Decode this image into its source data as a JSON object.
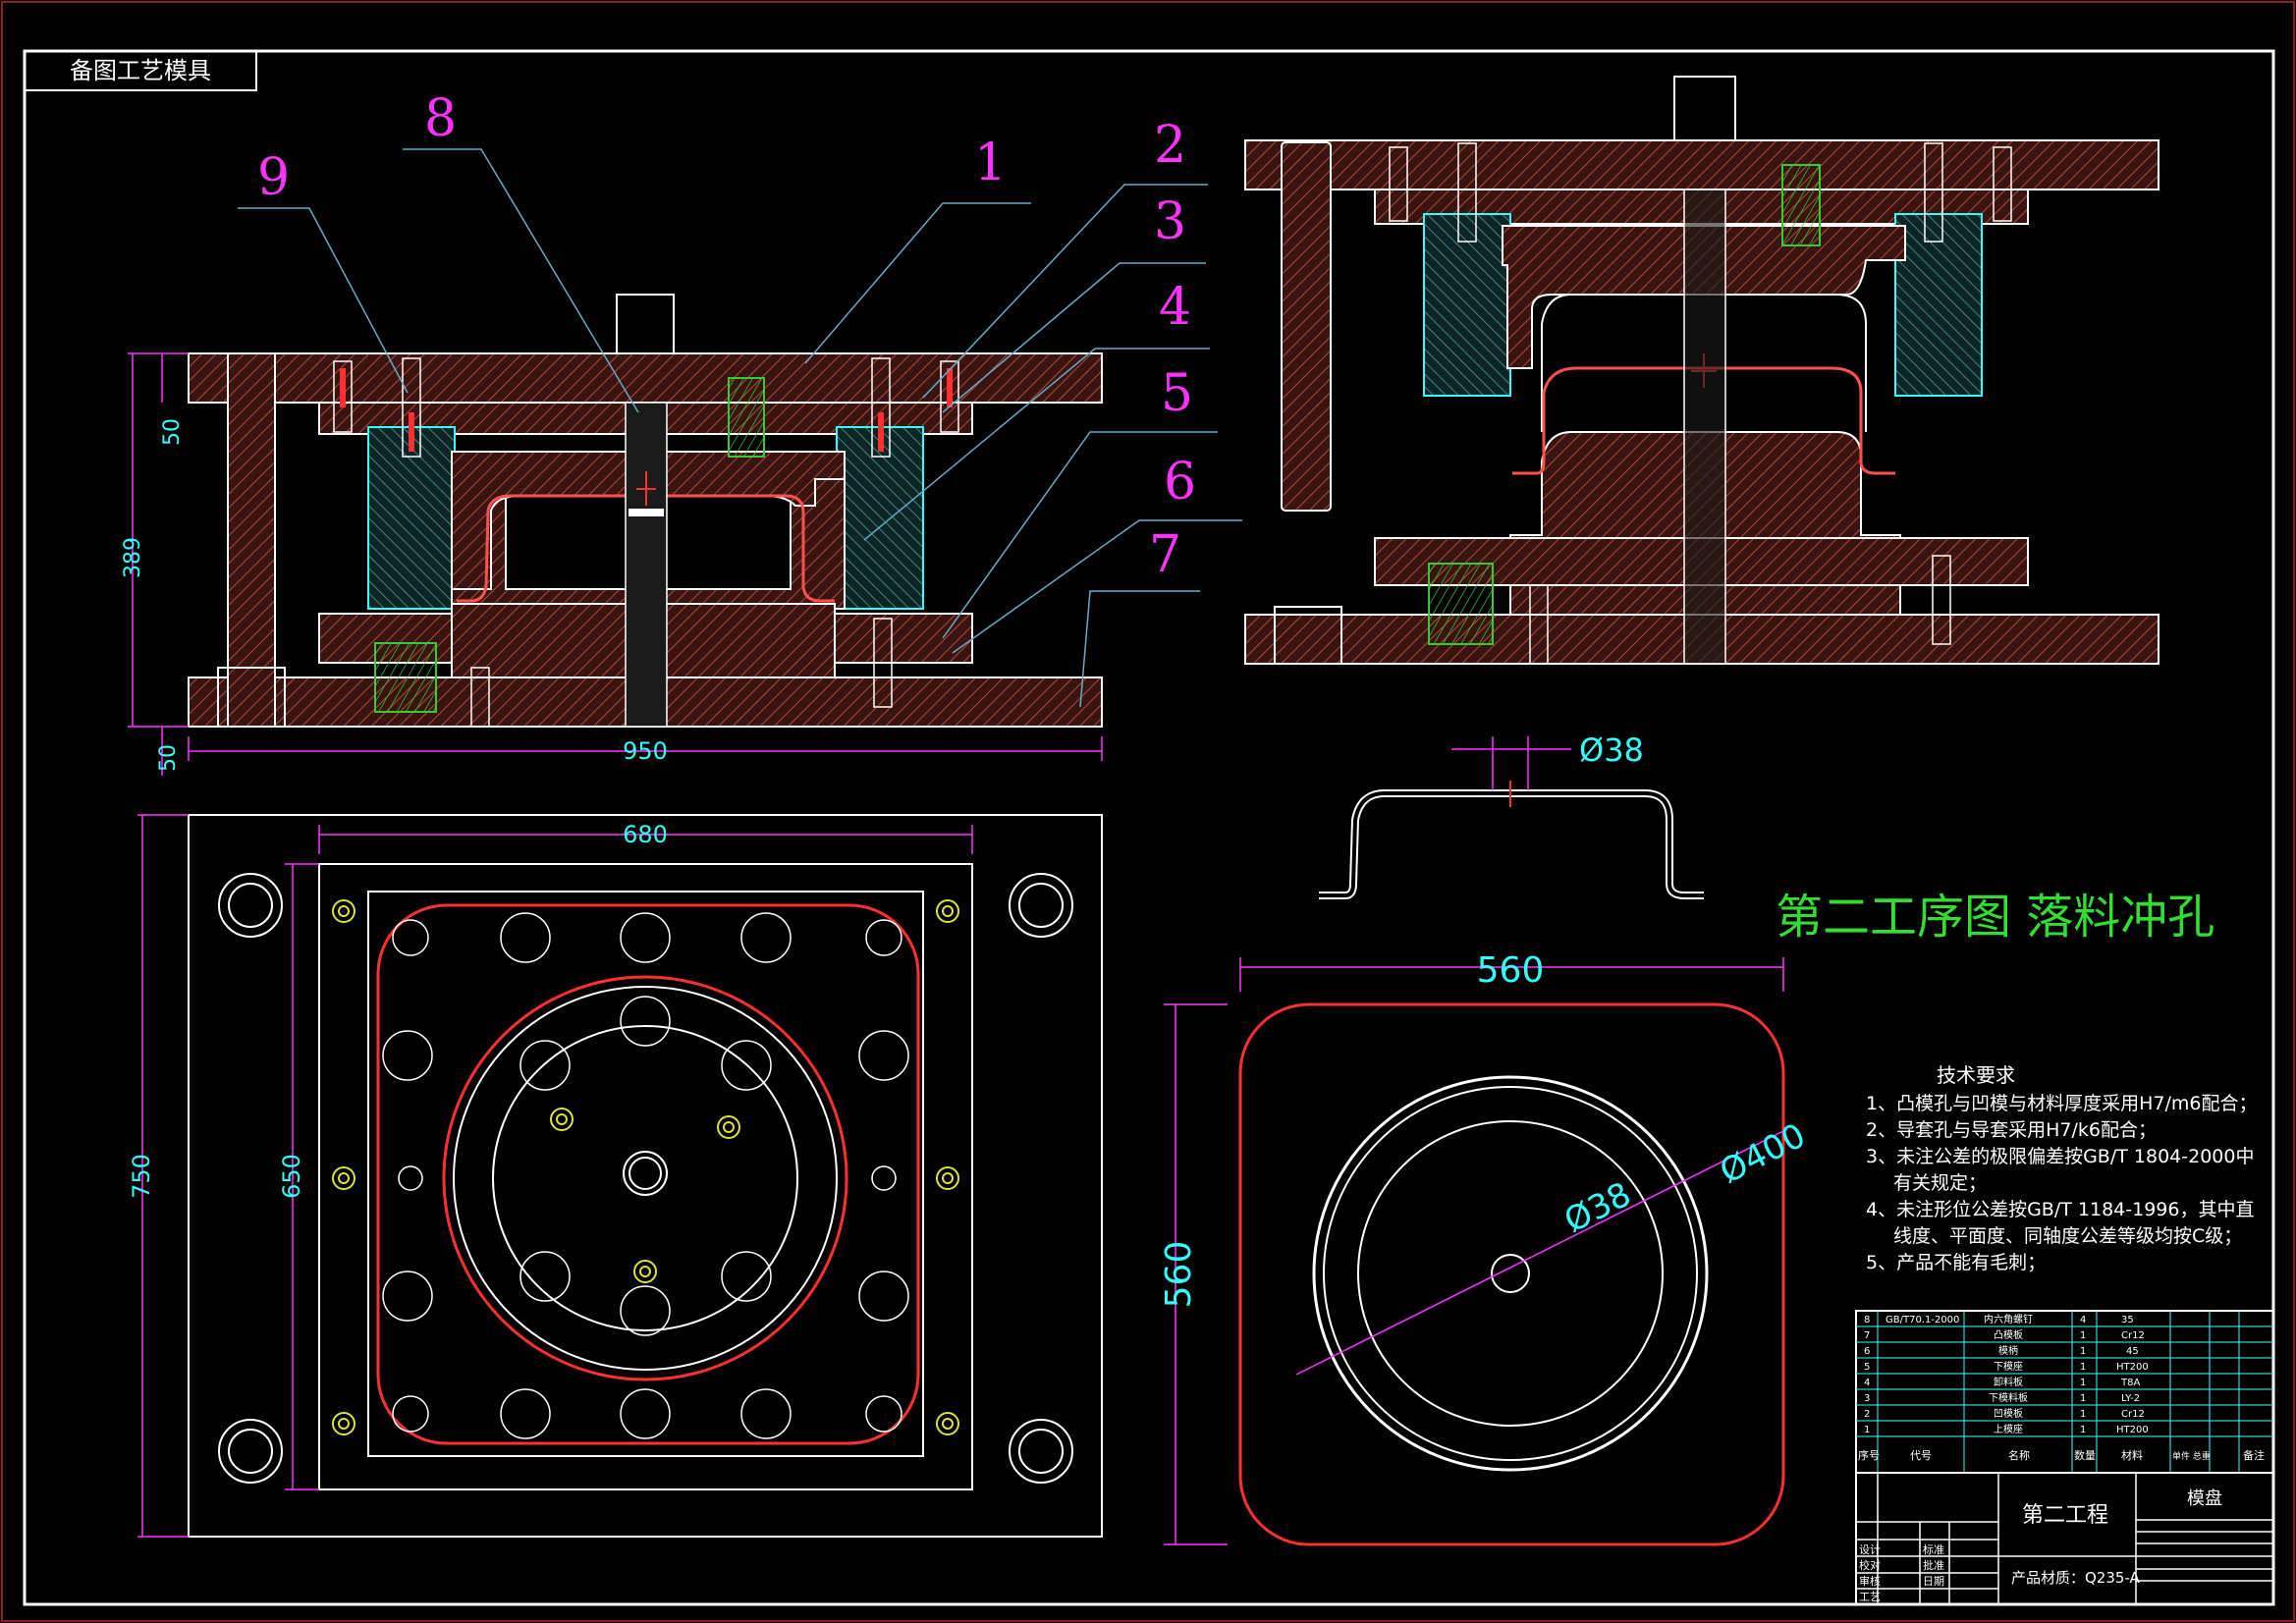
{
  "title_block_top": "备图工艺模具",
  "colors": {
    "background": "#000000",
    "outline": "#ffffff",
    "part_number": "#ff33ff",
    "dimension": "#33ffff",
    "section_hatch": "#b04a3a",
    "die_block": "#3a8a8a",
    "workpiece": "#ff3030",
    "title": "#33dd33",
    "leader": "#66aacc"
  },
  "part_numbers": [
    "1",
    "2",
    "3",
    "4",
    "5",
    "6",
    "7",
    "8",
    "9"
  ],
  "dims_front": {
    "height_total": "389",
    "top_plate": "50",
    "bottom_plate": "50",
    "width": "950"
  },
  "dims_plan": {
    "outer_h": "750",
    "inner_h": "650",
    "inner_w": "680"
  },
  "dims_part": {
    "hole": "Ø38"
  },
  "dims_blank": {
    "width": "560",
    "height": "560",
    "dia_outer": "Ø400",
    "dia_hole": "Ø38"
  },
  "process_title": "第二工序图 落料冲孔",
  "tech": {
    "title": "技术要求",
    "lines": [
      "1、凸模孔与凹模与材料厚度采用H7/m6配合；",
      "2、导套孔与导套采用H7/k6配合；",
      "3、未注公差的极限偏差按GB/T 1804-2000中",
      "有关规定；",
      "4、未注形位公差按GB/T 1184-1996，其中直",
      "线度、平面度、同轴度公差等级均按C级；",
      "5、产品不能有毛刺；"
    ]
  },
  "bom": {
    "rows": [
      [
        "8",
        "GB/T70.1-2000",
        "内六角螺钉",
        "4",
        "35"
      ],
      [
        "7",
        "",
        "凸模板",
        "1",
        "Cr12"
      ],
      [
        "6",
        "",
        "模柄",
        "1",
        "45"
      ],
      [
        "5",
        "",
        "下模座",
        "1",
        "HT200"
      ],
      [
        "4",
        "",
        "卸料板",
        "1",
        "T8A"
      ],
      [
        "3",
        "",
        "下模料板",
        "1",
        "LY-2"
      ],
      [
        "2",
        "",
        "凹模板",
        "1",
        "Cr12"
      ],
      [
        "1",
        "",
        "上模座",
        "1",
        "HT200"
      ]
    ],
    "header": [
      "序号",
      "代号",
      "名称",
      "数量",
      "材料",
      "单件 总重",
      "备注"
    ]
  },
  "title_block": {
    "name": "第二工程",
    "company": "模盘",
    "material": "产品材质：Q235-A",
    "left_labels": [
      "设计",
      "校对",
      "审核",
      "工艺",
      "标准",
      "批准",
      "日期"
    ]
  }
}
